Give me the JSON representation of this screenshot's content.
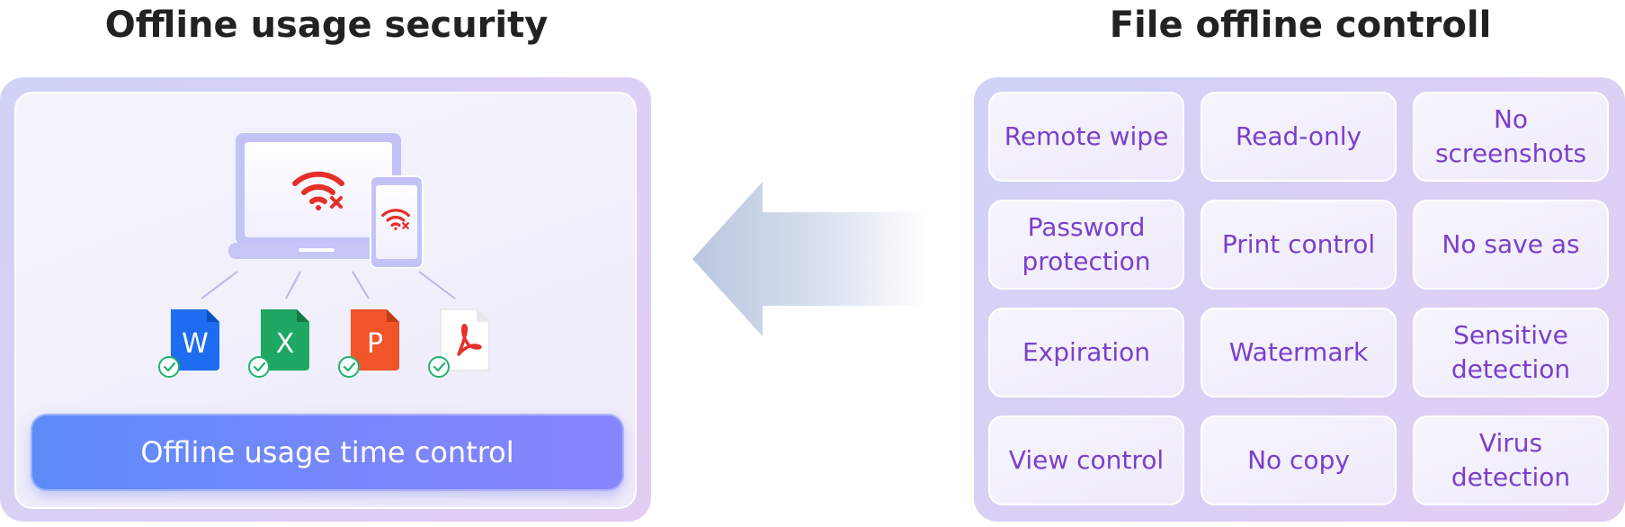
{
  "left": {
    "title": "Offline usage security",
    "button_label": "Offline usage time control",
    "file_icons": [
      {
        "letter": "W",
        "color": "#1e6cf0",
        "fold": "#0b4fc4",
        "type": "word"
      },
      {
        "letter": "X",
        "color": "#1ea863",
        "fold": "#107a45",
        "type": "excel"
      },
      {
        "letter": "P",
        "color": "#f2542a",
        "fold": "#c23a16",
        "type": "powerpoint"
      },
      {
        "letter": "",
        "color": "#ffffff",
        "fold": "#e8e8ee",
        "type": "pdf"
      }
    ],
    "colors": {
      "no_wifi": "#e5302a",
      "check": "#20b36e",
      "device": "#c3c2f6"
    }
  },
  "right": {
    "title": "File offline controll",
    "tiles": [
      "Remote wipe",
      "Read-only",
      "No\nscreenshots",
      "Password\nprotection",
      "Print control",
      "No save as",
      "Expiration",
      "Watermark",
      "Sensitive\ndetection",
      "View control",
      "No copy",
      "Virus detection"
    ],
    "tile_text_color": "#7a3fcc"
  },
  "arrow": {
    "direction": "left",
    "color": "#b9c6df"
  }
}
